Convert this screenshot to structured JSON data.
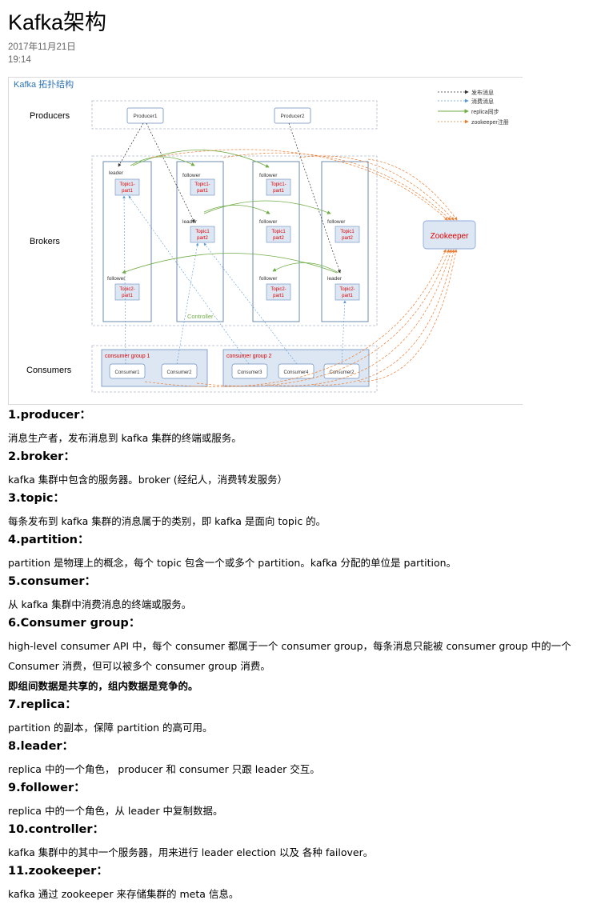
{
  "page": {
    "title": "Kafka架构",
    "date": "2017年11月21日",
    "time": "19:14"
  },
  "diagram": {
    "title": "Kafka 拓扑结构",
    "row_labels": {
      "producers": "Producers",
      "brokers": "Brokers",
      "consumers": "Consumers"
    },
    "legend": [
      {
        "label": "发布消息",
        "style": "dashed-black"
      },
      {
        "label": "消费消息",
        "style": "dashed-blue"
      },
      {
        "label": "replica同步",
        "style": "solid-green"
      },
      {
        "label": "zookeeper注册",
        "style": "dashed-orange"
      }
    ],
    "producers": [
      "Producer1",
      "Producer2"
    ],
    "brokers": [
      {
        "partitions": [
          {
            "role": "leader",
            "topic": "Topic1-",
            "part": "part1"
          },
          {
            "role": "follower",
            "topic": "Topic2-",
            "part": "part1"
          }
        ]
      },
      {
        "partitions": [
          {
            "role": "follower",
            "topic": "Topic1-",
            "part": "part1"
          },
          {
            "role": "leader",
            "topic": "Topic1",
            "part": "part2"
          }
        ],
        "controller": "Controller"
      },
      {
        "partitions": [
          {
            "role": "follower",
            "topic": "Topic1-",
            "part": "part1"
          },
          {
            "role": "follower",
            "topic": "Topic1",
            "part": "part2"
          },
          {
            "role": "follower",
            "topic": "Topic2-",
            "part": "part1"
          }
        ]
      },
      {
        "partitions": [
          {
            "role": "follower",
            "topic": "Topic1",
            "part": "part2"
          },
          {
            "role": "leader",
            "topic": "Topic2-",
            "part": "part1"
          }
        ]
      }
    ],
    "zookeeper": "Zookeeper",
    "consumer_groups": [
      {
        "name": "consumer group 1",
        "consumers": [
          "Consumer1",
          "Consumer2"
        ]
      },
      {
        "name": "consumer group 2",
        "consumers": [
          "Consumer3",
          "Consumer4",
          "Consumer2"
        ]
      }
    ],
    "colors": {
      "publish": "#333333",
      "consume": "#5b9bd5",
      "replica": "#70ad47",
      "zookeeper": "#ed7d31",
      "label_red": "#e00000",
      "controller_green": "#70ad47"
    }
  },
  "glossary": [
    {
      "term": "1.producer：",
      "lines": [
        "消息生产者，发布消息到 kafka 集群的终端或服务。"
      ]
    },
    {
      "term": "2.broker：",
      "lines": [
        "kafka 集群中包含的服务器。broker (经纪人，消费转发服务）"
      ]
    },
    {
      "term": "3.topic：",
      "lines": [
        "每条发布到 kafka 集群的消息属于的类别，即 kafka 是面向 topic 的。"
      ]
    },
    {
      "term": "4.partition：",
      "lines": [
        "partition 是物理上的概念，每个 topic 包含一个或多个 partition。kafka 分配的单位是 partition。"
      ]
    },
    {
      "term": "5.consumer：",
      "lines": [
        "从 kafka 集群中消费消息的终端或服务。"
      ]
    },
    {
      "term": "6.Consumer group：",
      "lines": [
        "high-level consumer API 中，每个 consumer 都属于一个 consumer group，每条消息只能被 consumer group 中的一个 Consumer 消费，但可以被多个 consumer group 消费。"
      ],
      "bold_line": "即组间数据是共享的，组内数据是竞争的。"
    },
    {
      "term": "7.replica：",
      "lines": [
        "partition 的副本，保障 partition 的高可用。"
      ]
    },
    {
      "term": "8.leader：",
      "lines": [
        "replica 中的一个角色， producer 和 consumer 只跟 leader 交互。"
      ]
    },
    {
      "term": "9.follower：",
      "lines": [
        "replica 中的一个角色，从 leader 中复制数据。"
      ]
    },
    {
      "term": "10.controller：",
      "lines": [
        "kafka 集群中的其中一个服务器，用来进行 leader election 以及 各种 failover。"
      ]
    },
    {
      "term": "11.zookeeper：",
      "lines": [
        "kafka 通过 zookeeper 来存储集群的 meta 信息。"
      ]
    }
  ]
}
